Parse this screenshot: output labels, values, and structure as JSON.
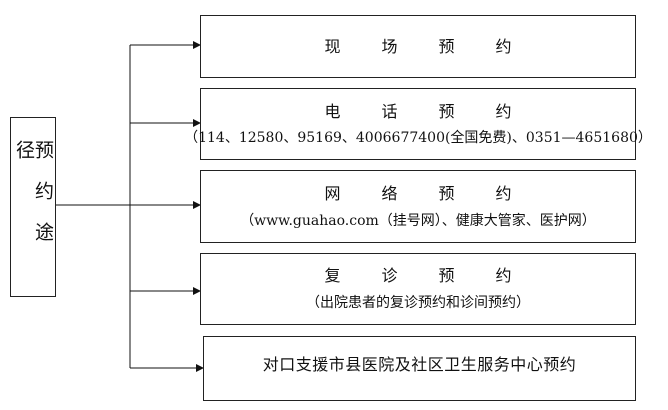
{
  "root": {
    "label": "预约途径"
  },
  "branches": [
    {
      "title": "现场预约",
      "detail": ""
    },
    {
      "title": "电话预约",
      "detail": "（114、12580、95169、4006677400(全国免费)、0351—4651680）"
    },
    {
      "title": "网络预约",
      "detail": "（www.guahao.com（挂号网）、健康大管家、医护网）"
    },
    {
      "title": "复诊预约",
      "detail": "（出院患者的复诊预约和诊间预约）"
    },
    {
      "title": "对口支援市县医院及社区卫生服务中心预约",
      "detail": ""
    }
  ],
  "colors": {
    "line": "#111111",
    "border": "#222222",
    "background": "#ffffff"
  }
}
